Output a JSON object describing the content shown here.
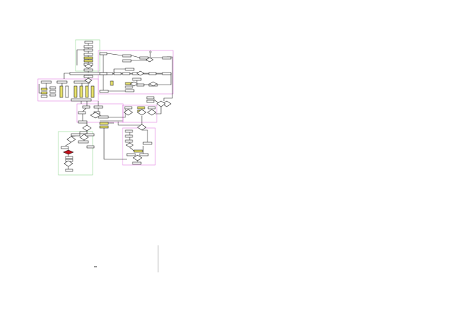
{
  "canvas": {
    "background": "#ffffff"
  },
  "colors": {
    "stroke": "#222222",
    "box_fill": "#ffffff",
    "highlight_fill": "#e8e26a",
    "alert_fill": "#c0101a",
    "group_pink": "#e080e0",
    "group_green": "#8fd88f",
    "divider": "#bbbbbb"
  },
  "diagram": {
    "groups": [
      {
        "id": "g-top-green",
        "color": "green"
      },
      {
        "id": "g-right-pink",
        "color": "pink"
      },
      {
        "id": "g-left-pink",
        "color": "pink"
      },
      {
        "id": "g-mid-pink",
        "color": "pink"
      },
      {
        "id": "g-right-small-pink",
        "color": "pink"
      },
      {
        "id": "g-bottom-right-pink",
        "color": "pink"
      },
      {
        "id": "g-bottom-left-green",
        "color": "green"
      }
    ],
    "text_labels": []
  }
}
